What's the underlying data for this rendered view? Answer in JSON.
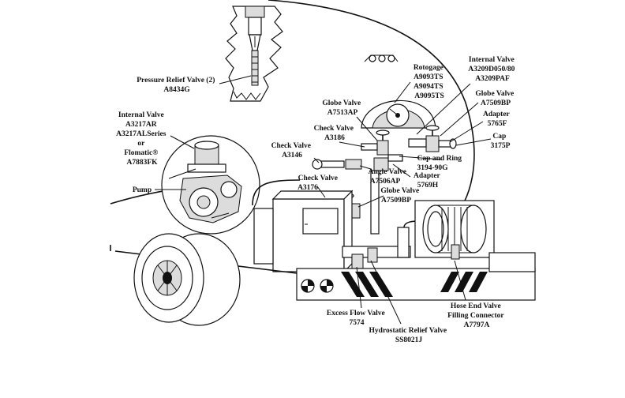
{
  "labels": {
    "pressure_relief": [
      "Pressure Relief Valve (2)",
      "A8434G"
    ],
    "internal_valve_left": [
      "Internal Valve",
      "A3217AR",
      "A3217ALSeries",
      "or",
      "Flomatic®",
      "A7883FK"
    ],
    "pump": [
      "Pump"
    ],
    "check_valve_a3146": [
      "Check Valve",
      "A3146"
    ],
    "check_valve_a3186": [
      "Check Valve",
      "A3186"
    ],
    "globe_valve_a7513ap": [
      "Globe Valve",
      "A7513AP"
    ],
    "rotogage": [
      "Rotogage",
      "A9093TS",
      "A9094TS",
      "A9095TS"
    ],
    "internal_valve_right": [
      "Internal Valve",
      "A3209D050/80",
      "A3209PAF"
    ],
    "globe_valve_top_right": [
      "Globe Valve",
      "A7509BP"
    ],
    "adapter_5765f": [
      "Adapter",
      "5765F"
    ],
    "cap_3175p": [
      "Cap",
      "3175P"
    ],
    "cap_and_ring": [
      "Cap and Ring",
      "3194-90G"
    ],
    "adapter_5769h": [
      "Adapter",
      "5769H"
    ],
    "angle_valve": [
      "Angle Valve",
      "A7506AP"
    ],
    "check_valve_a3176": [
      "Check Valve",
      "A3176"
    ],
    "globe_valve_lower": [
      "Globe Valve",
      "A7509BP"
    ],
    "excess_flow": [
      "Excess Flow Valve",
      "7574"
    ],
    "hydrostatic_relief": [
      "Hydrostatic Relief Valve",
      "SS8021J"
    ],
    "hose_end": [
      "Hose End Valve",
      "Filling Connector",
      "A7797A"
    ]
  }
}
